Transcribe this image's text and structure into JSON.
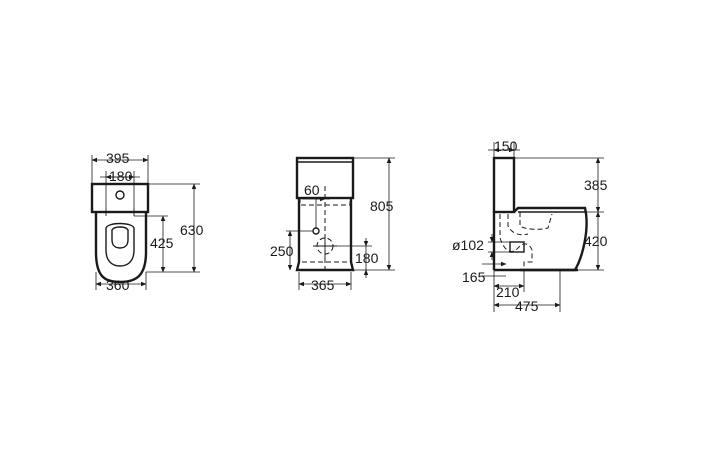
{
  "views": {
    "top": {
      "dims": {
        "w395": "395",
        "w180": "180",
        "w360": "360",
        "h630": "630",
        "h425": "425"
      }
    },
    "front": {
      "dims": {
        "h805": "805",
        "d60": "60",
        "h250": "250",
        "h180": "180",
        "w365": "365"
      }
    },
    "side": {
      "dims": {
        "w150": "150",
        "h385": "385",
        "h420": "420",
        "dia102": "ø102",
        "h165": "165",
        "w210": "210",
        "w475": "475"
      }
    }
  }
}
